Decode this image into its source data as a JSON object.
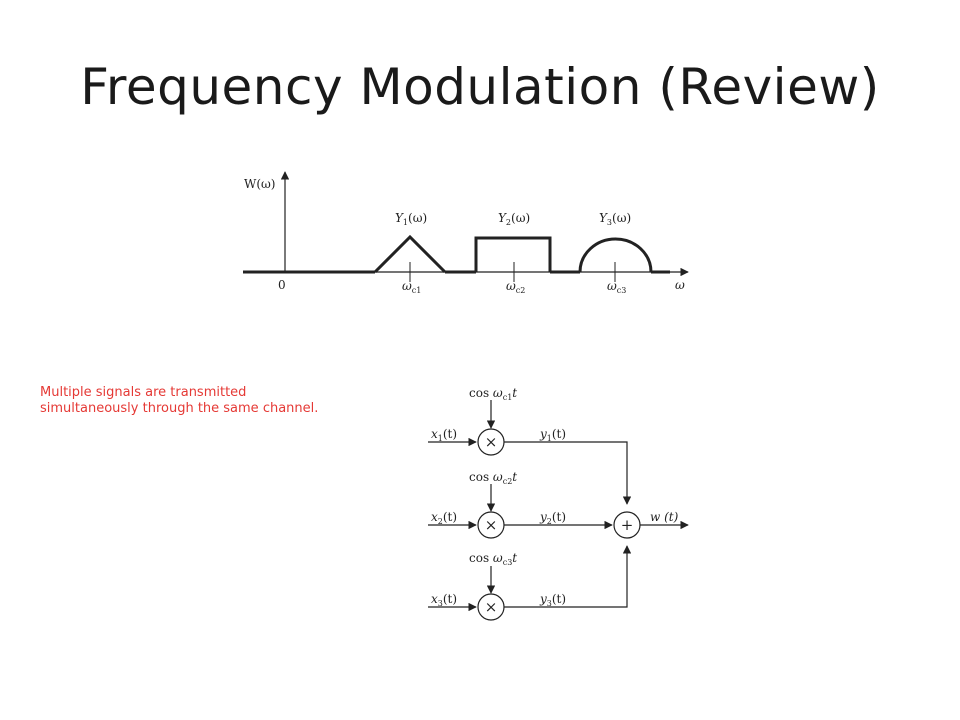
{
  "slide": {
    "title": "Frequency Modulation (Review)",
    "note": "Multiple signals are transmitted simultaneously through the same channel."
  },
  "spectrum": {
    "y_axis_label": "W(ω)",
    "x_axis_label": "ω",
    "origin_label": "0",
    "bands": [
      {
        "name": "Y",
        "sub": "1",
        "arg": "(ω)",
        "shape": "triangle",
        "carrier": "ω",
        "carrier_sub": "c1"
      },
      {
        "name": "Y",
        "sub": "2",
        "arg": "(ω)",
        "shape": "rectangle",
        "carrier": "ω",
        "carrier_sub": "c2"
      },
      {
        "name": "Y",
        "sub": "3",
        "arg": "(ω)",
        "shape": "semicircle",
        "carrier": "ω",
        "carrier_sub": "c3"
      }
    ]
  },
  "block_diagram": {
    "branches": [
      {
        "input": "x",
        "input_sub": "1",
        "output": "y",
        "output_sub": "1",
        "carrier_prefix": "cos ",
        "carrier_sym": "ω",
        "carrier_sub": "c1",
        "carrier_t": "t",
        "arg": "(t)"
      },
      {
        "input": "x",
        "input_sub": "2",
        "output": "y",
        "output_sub": "2",
        "carrier_prefix": "cos ",
        "carrier_sym": "ω",
        "carrier_sub": "c2",
        "carrier_t": "t",
        "arg": "(t)"
      },
      {
        "input": "x",
        "input_sub": "3",
        "output": "y",
        "output_sub": "3",
        "carrier_prefix": "cos ",
        "carrier_sym": "ω",
        "carrier_sub": "c3",
        "carrier_t": "t",
        "arg": "(t)"
      }
    ],
    "multiplier_symbol": "×",
    "adder_symbol": "+",
    "output_label": "w (t)"
  }
}
